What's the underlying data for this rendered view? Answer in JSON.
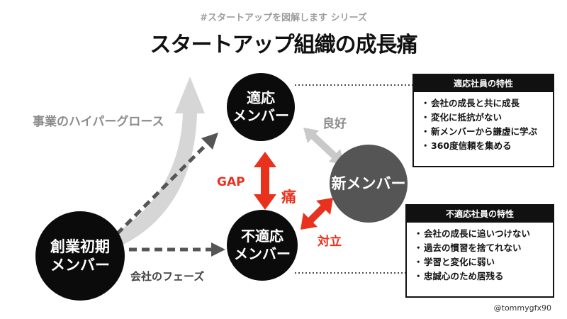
{
  "header": {
    "series": "#スタートアップを図解します シリーズ",
    "title": "スタートアップ組織の成長痛"
  },
  "nodes": {
    "adaptive": [
      "適応",
      "メンバー"
    ],
    "new_member": [
      "新メンバー"
    ],
    "maladaptive": [
      "不適応",
      "メンバー"
    ],
    "founding": [
      "創業初期",
      "メンバー"
    ]
  },
  "labels": {
    "hypergrowth": "事業のハイパーグロース",
    "good": "良好",
    "gap": "GAP",
    "pain": "痛",
    "conflict": "対立",
    "phase": "会社のフェーズ"
  },
  "boxes": {
    "adaptive_traits": {
      "title": "適応社員の特性",
      "items": [
        "会社の成長と共に成長",
        "変化に抵抗がない",
        "新メンバーから謙虚に学ぶ",
        "360度信頼を集める"
      ]
    },
    "maladaptive_traits": {
      "title": "不適応社員の特性",
      "items": [
        "会社の成長に追いつけない",
        "過去の慣習を捨てれない",
        "学習と変化に弱い",
        "忠誠心のため居残る"
      ]
    }
  },
  "bullet": "・",
  "credit": "@tommygfx90",
  "colors": {
    "accent_red": "#e8321e",
    "black": "#0b0b0b",
    "gray_circle": "#555555",
    "light_gray_arrow": "#d6d6d6",
    "dark_dashed": "#555555"
  }
}
